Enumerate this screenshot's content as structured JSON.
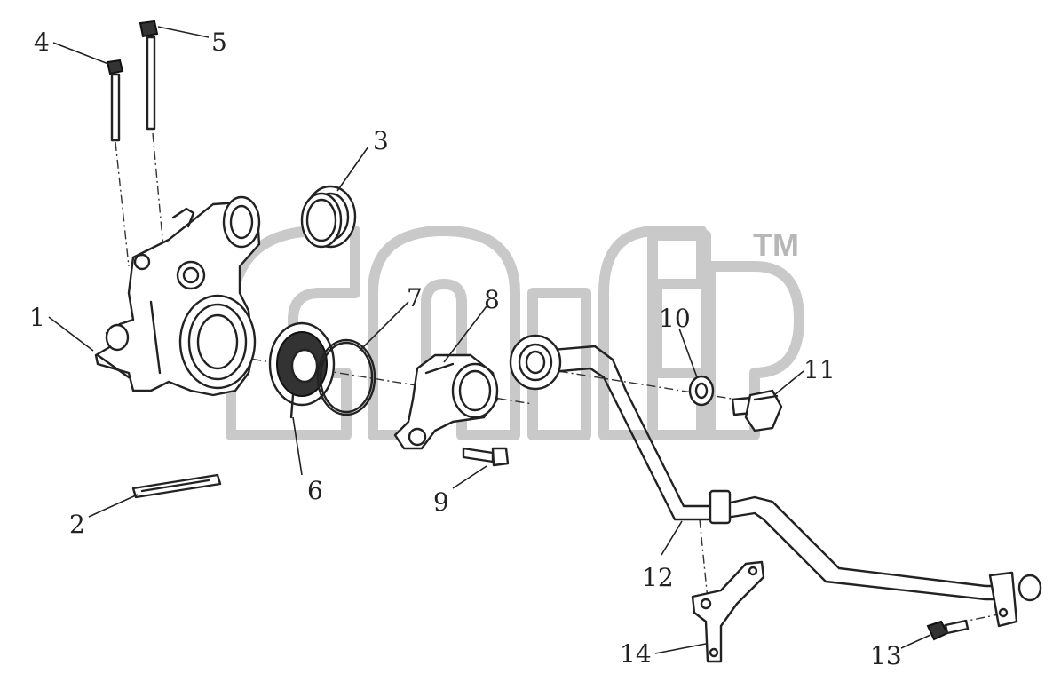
{
  "watermark": {
    "mark": "TM",
    "color": "#c6c6c6"
  },
  "callouts": {
    "p1": "1",
    "p2": "2",
    "p3": "3",
    "p4": "4",
    "p5": "5",
    "p6": "6",
    "p7": "7",
    "p8": "8",
    "p9": "9",
    "p10": "10",
    "p11": "11",
    "p12": "12",
    "p13": "13",
    "p14": "14"
  },
  "parts": [
    {
      "id": "1",
      "icon": "thermostat-housing-icon"
    },
    {
      "id": "2",
      "icon": "housing-gasket-icon"
    },
    {
      "id": "3",
      "icon": "sealing-ring-icon"
    },
    {
      "id": "4",
      "icon": "long-bolt-icon"
    },
    {
      "id": "5",
      "icon": "long-bolt-icon"
    },
    {
      "id": "6",
      "icon": "thermostat-icon"
    },
    {
      "id": "7",
      "icon": "o-ring-icon"
    },
    {
      "id": "8",
      "icon": "thermostat-cover-icon"
    },
    {
      "id": "9",
      "icon": "bolt-icon"
    },
    {
      "id": "10",
      "icon": "washer-icon"
    },
    {
      "id": "11",
      "icon": "banjo-bolt-icon"
    },
    {
      "id": "12",
      "icon": "coolant-pipe-icon"
    },
    {
      "id": "13",
      "icon": "bolt-icon"
    },
    {
      "id": "14",
      "icon": "pipe-bracket-icon"
    }
  ]
}
